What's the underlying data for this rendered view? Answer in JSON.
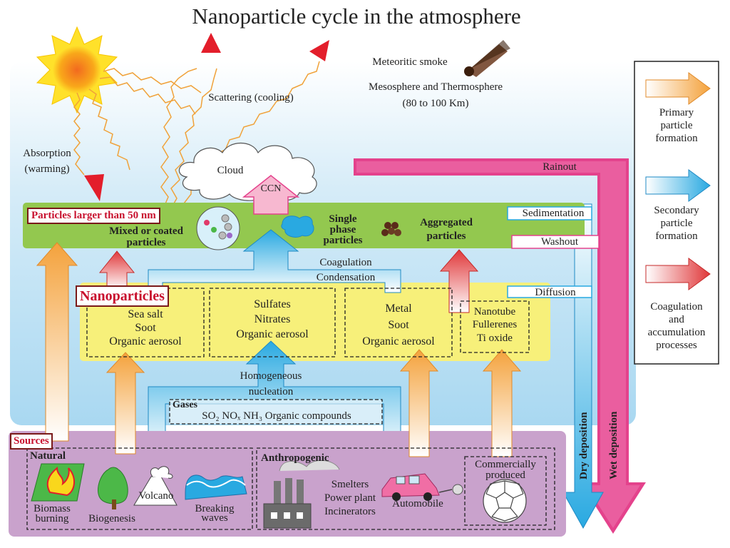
{
  "title": "Nanoparticle cycle in the atmosphere",
  "sky": {
    "scattering": "Scattering (cooling)",
    "absorption_line1": "Absorption",
    "absorption_line2": "(warming)",
    "meteoritic_smoke": "Meteoritic smoke",
    "mesosphere_line1": "Mesosphere and Thermosphere",
    "mesosphere_line2": "(80 to 100 Km)",
    "cloud": "Cloud",
    "ccn": "CCN"
  },
  "large_band": {
    "title": "Particles larger than 50 nm",
    "mixed_line1": "Mixed or coated",
    "mixed_line2": "particles",
    "single_line1": "Single",
    "single_line2": "phase",
    "single_line3": "particles",
    "aggregated_line1": "Aggregated",
    "aggregated_line2": "particles"
  },
  "processes": {
    "coagulation": "Coagulation",
    "condensation": "Condensation",
    "homogeneous_line1": "Homogeneous",
    "homogeneous_line2": "nucleation"
  },
  "nano_band": {
    "title": "Nanoparticles",
    "box1": [
      "Sea salt",
      "Soot",
      "Organic aerosol"
    ],
    "box2": [
      "Sulfates",
      "Nitrates",
      "Organic aerosol"
    ],
    "box3": [
      "Metal",
      "Soot",
      "Organic aerosol"
    ],
    "box4": [
      "Nanotube",
      "Fullerenes",
      "Ti oxide"
    ]
  },
  "gases": {
    "title": "Gases",
    "list": "SO₂ NOₓ NH₃ Organic compounds"
  },
  "sources": {
    "title": "Sources",
    "natural": "Natural",
    "biomass_line1": "Biomass",
    "biomass_line2": "burning",
    "biogenesis": "Biogenesis",
    "volcano": "Volcano",
    "breaking_line1": "Breaking",
    "breaking_line2": "waves",
    "anthropogenic": "Anthropogenic",
    "smelters": "Smelters",
    "power_plant": "Power plant",
    "incinerators": "Incinerators",
    "automobile": "Automobile",
    "commercial_line1": "Commercially",
    "commercial_line2": "produced"
  },
  "removal": {
    "rainout": "Rainout",
    "sedimentation": "Sedimentation",
    "washout": "Washout",
    "diffusion": "Diffusion",
    "dry_deposition": "Dry deposition",
    "wet_deposition": "Wet deposition"
  },
  "legend": {
    "primary_line1": "Primary",
    "primary_line2": "particle",
    "primary_line3": "formation",
    "secondary_line1": "Secondary",
    "secondary_line2": "particle",
    "secondary_line3": "formation",
    "coag_line1": "Coagulation",
    "coag_line2": "and",
    "coag_line3": "accumulation",
    "coag_line4": "processes"
  },
  "colors": {
    "primary_arrow": "#f5a742",
    "secondary_arrow": "#29a9e1",
    "coagulation_arrow": "#e0383a",
    "wet_arrow": "#e4428c",
    "green_band": "#93c84f",
    "yellow_band": "#f7f07a",
    "sources_band": "#c9a2cc"
  }
}
